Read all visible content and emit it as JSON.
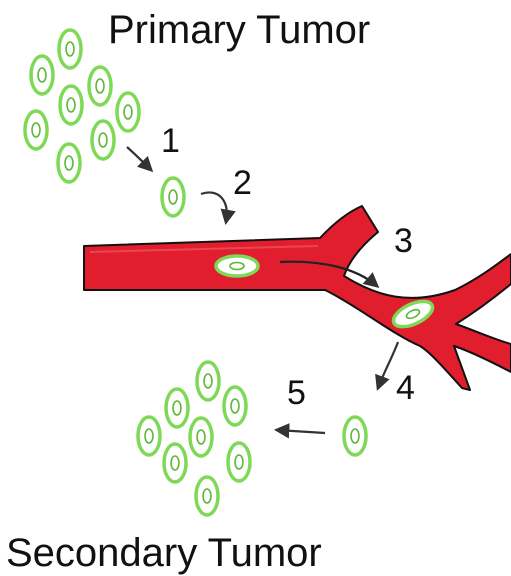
{
  "titles": {
    "primary": "Primary Tumor",
    "secondary": "Secondary Tumor"
  },
  "steps": [
    "1",
    "2",
    "3",
    "4",
    "5"
  ],
  "colors": {
    "vessel": "#e01e2d",
    "vessel_edge": "#111111",
    "cell_ring": "#7ed957",
    "nucleus_ring": "#5cb838",
    "arrow": "#333333",
    "text": "#111111"
  },
  "icons": {
    "cell": "tumor-cell-icon",
    "arrow": "curved-arrow-icon"
  }
}
